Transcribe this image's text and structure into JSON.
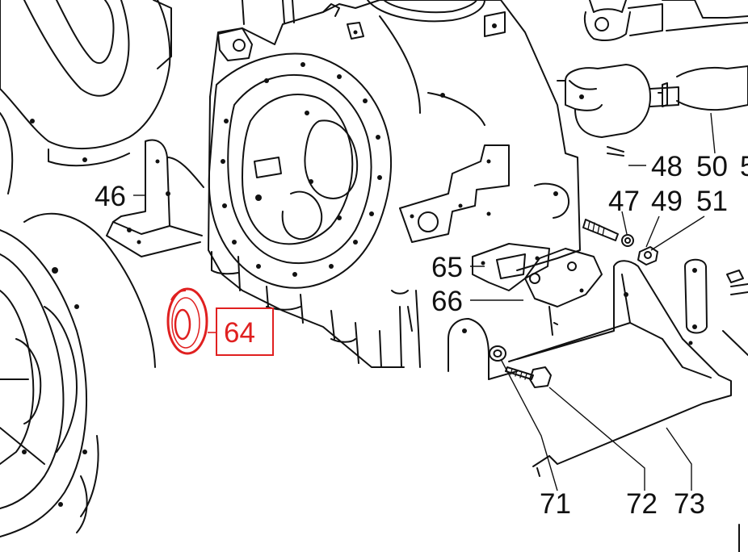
{
  "diagram": {
    "highlight_color": "#e02020",
    "line_color": "#111111",
    "background": "#ffffff",
    "callouts": {
      "c46": "46",
      "c47": "47",
      "c48": "48",
      "c49": "49",
      "c50": "50",
      "c51": "51",
      "c5x": "5",
      "c64": "64",
      "c65": "65",
      "c66": "66",
      "c71": "71",
      "c72": "72",
      "c73": "73"
    },
    "selected_part": "64"
  }
}
